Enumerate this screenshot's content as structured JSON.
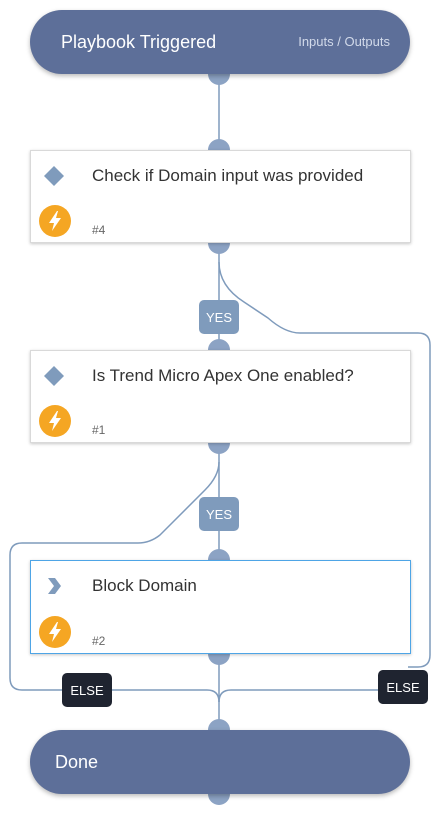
{
  "start": {
    "title": "Playbook Triggered",
    "link": "Inputs / Outputs"
  },
  "tasks": [
    {
      "name": "Check if Domain input was provided",
      "id": "#4",
      "type": "condition"
    },
    {
      "name": "Is Trend Micro Apex One enabled?",
      "id": "#1",
      "type": "condition"
    },
    {
      "name": "Block Domain",
      "id": "#2",
      "type": "playbook"
    }
  ],
  "edge_labels": {
    "yes_1": "YES",
    "yes_2": "YES",
    "else_1": "ELSE",
    "else_2": "ELSE"
  },
  "end": {
    "title": "Done"
  },
  "colors": {
    "header": "#5d6f99",
    "connector": "#8ca3c4",
    "edge": "#7f9bbc",
    "bolt": "#f5a623",
    "else": "#1f2430",
    "selected": "#4ea5e6"
  }
}
